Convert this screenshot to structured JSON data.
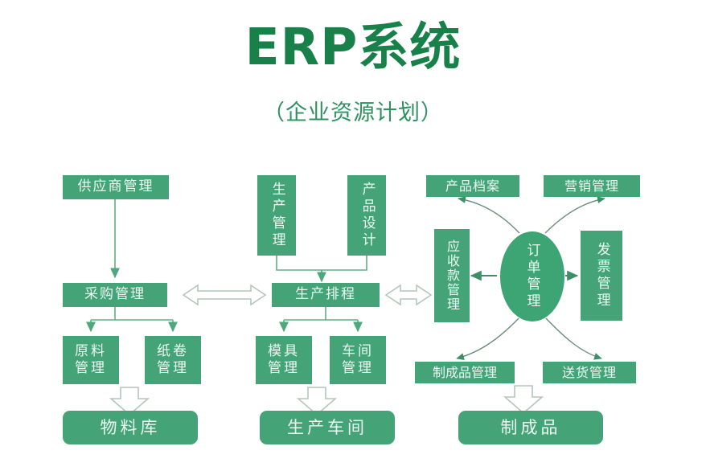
{
  "header": {
    "title_latin": "ERP",
    "title_cjk": "系统",
    "title_full": "ERP系统",
    "subtitle": "（企业资源计划）"
  },
  "colors": {
    "box_fill": "#45a477",
    "box_text": "#eafaf1",
    "title_green": "#18814a",
    "subtitle_green": "#2f9160",
    "line_green": "#5fae85",
    "hollow_arrow_stroke": "#9fb8a8",
    "background": "#ffffff"
  },
  "diagram": {
    "type": "flowchart",
    "columns": [
      {
        "name": "procurement",
        "nodes": [
          {
            "id": "supplier-management",
            "label": "供应商管理",
            "shape": "rect",
            "orientation": "horizontal"
          },
          {
            "id": "purchase-management",
            "label": "采购管理",
            "shape": "rect",
            "orientation": "horizontal"
          },
          {
            "id": "raw-material-management",
            "label": "原料管理",
            "shape": "rect",
            "orientation": "horizontal",
            "lines": [
              "原料",
              "管理"
            ]
          },
          {
            "id": "paper-roll-management",
            "label": "纸卷管理",
            "shape": "rect",
            "orientation": "horizontal",
            "lines": [
              "纸卷",
              "管理"
            ]
          },
          {
            "id": "material-warehouse",
            "label": "物料库",
            "shape": "rounded",
            "orientation": "horizontal"
          }
        ]
      },
      {
        "name": "production",
        "nodes": [
          {
            "id": "production-management",
            "label": "生产管理",
            "shape": "rect",
            "orientation": "vertical"
          },
          {
            "id": "product-design",
            "label": "产品设计",
            "shape": "rect",
            "orientation": "vertical"
          },
          {
            "id": "production-scheduling",
            "label": "生产排程",
            "shape": "rect",
            "orientation": "horizontal"
          },
          {
            "id": "mold-management",
            "label": "模具管理",
            "shape": "rect",
            "orientation": "horizontal",
            "lines": [
              "模具",
              "管理"
            ]
          },
          {
            "id": "workshop-management",
            "label": "车间管理",
            "shape": "rect",
            "orientation": "horizontal",
            "lines": [
              "车间",
              "管理"
            ]
          },
          {
            "id": "production-workshop",
            "label": "生产车间",
            "shape": "rounded",
            "orientation": "horizontal"
          }
        ]
      },
      {
        "name": "sales",
        "nodes": [
          {
            "id": "product-archive",
            "label": "产品档案",
            "shape": "rect",
            "orientation": "horizontal"
          },
          {
            "id": "marketing-management",
            "label": "营销管理",
            "shape": "rect",
            "orientation": "horizontal"
          },
          {
            "id": "receivables-management",
            "label": "应收款管理",
            "shape": "rect",
            "orientation": "vertical"
          },
          {
            "id": "order-management",
            "label": "订单管理",
            "shape": "ellipse",
            "orientation": "vertical"
          },
          {
            "id": "invoice-management",
            "label": "发票管理",
            "shape": "rect",
            "orientation": "vertical"
          },
          {
            "id": "finished-goods-management",
            "label": "制成品管理",
            "shape": "rect",
            "orientation": "horizontal"
          },
          {
            "id": "delivery-management",
            "label": "送货管理",
            "shape": "rect",
            "orientation": "horizontal"
          },
          {
            "id": "finished-goods",
            "label": "制成品",
            "shape": "rounded",
            "orientation": "horizontal"
          }
        ]
      }
    ],
    "connections": [
      {
        "from": "supplier-management",
        "to": "purchase-management",
        "style": "solid-arrow"
      },
      {
        "from": "purchase-management",
        "to": "raw-material-management",
        "style": "solid-arrow"
      },
      {
        "from": "purchase-management",
        "to": "paper-roll-management",
        "style": "solid-arrow"
      },
      {
        "from": "raw-material-management",
        "to": "material-warehouse",
        "style": "hollow-arrow"
      },
      {
        "from": "production-management",
        "to": "production-scheduling",
        "style": "solid-arrow"
      },
      {
        "from": "product-design",
        "to": "production-scheduling",
        "style": "solid-arrow"
      },
      {
        "from": "production-scheduling",
        "to": "mold-management",
        "style": "solid-arrow"
      },
      {
        "from": "production-scheduling",
        "to": "workshop-management",
        "style": "solid-arrow"
      },
      {
        "from": "mold-management",
        "to": "production-workshop",
        "style": "hollow-arrow"
      },
      {
        "from": "purchase-management",
        "to": "production-scheduling",
        "style": "hollow-double-arrow"
      },
      {
        "from": "production-scheduling",
        "to": "receivables-management",
        "style": "hollow-double-arrow"
      },
      {
        "from": "order-management",
        "to": "receivables-management",
        "style": "solid-arrow"
      },
      {
        "from": "order-management",
        "to": "invoice-management",
        "style": "solid-arrow"
      },
      {
        "from": "order-management",
        "to": "product-archive",
        "style": "curved-arrow"
      },
      {
        "from": "order-management",
        "to": "marketing-management",
        "style": "curved-arrow"
      },
      {
        "from": "order-management",
        "to": "finished-goods-management",
        "style": "curved-arrow"
      },
      {
        "from": "order-management",
        "to": "delivery-management",
        "style": "curved-arrow"
      },
      {
        "from": "finished-goods-management",
        "to": "finished-goods",
        "style": "hollow-arrow"
      }
    ]
  },
  "nodes": {
    "supplier_management": "供应商管理",
    "purchase_management": "采购管理",
    "raw_material_management_l1": "原料",
    "raw_material_management_l2": "管理",
    "paper_roll_management_l1": "纸卷",
    "paper_roll_management_l2": "管理",
    "material_warehouse": "物料库",
    "production_management": "生产管理",
    "product_design": "产品设计",
    "production_scheduling": "生产排程",
    "mold_management_l1": "模具",
    "mold_management_l2": "管理",
    "workshop_management_l1": "车间",
    "workshop_management_l2": "管理",
    "production_workshop": "生产车间",
    "product_archive": "产品档案",
    "marketing_management": "营销管理",
    "receivables_management": "应收款管理",
    "order_management": "订单管理",
    "invoice_management": "发票管理",
    "finished_goods_management": "制成品管理",
    "delivery_management": "送货管理",
    "finished_goods": "制成品"
  }
}
